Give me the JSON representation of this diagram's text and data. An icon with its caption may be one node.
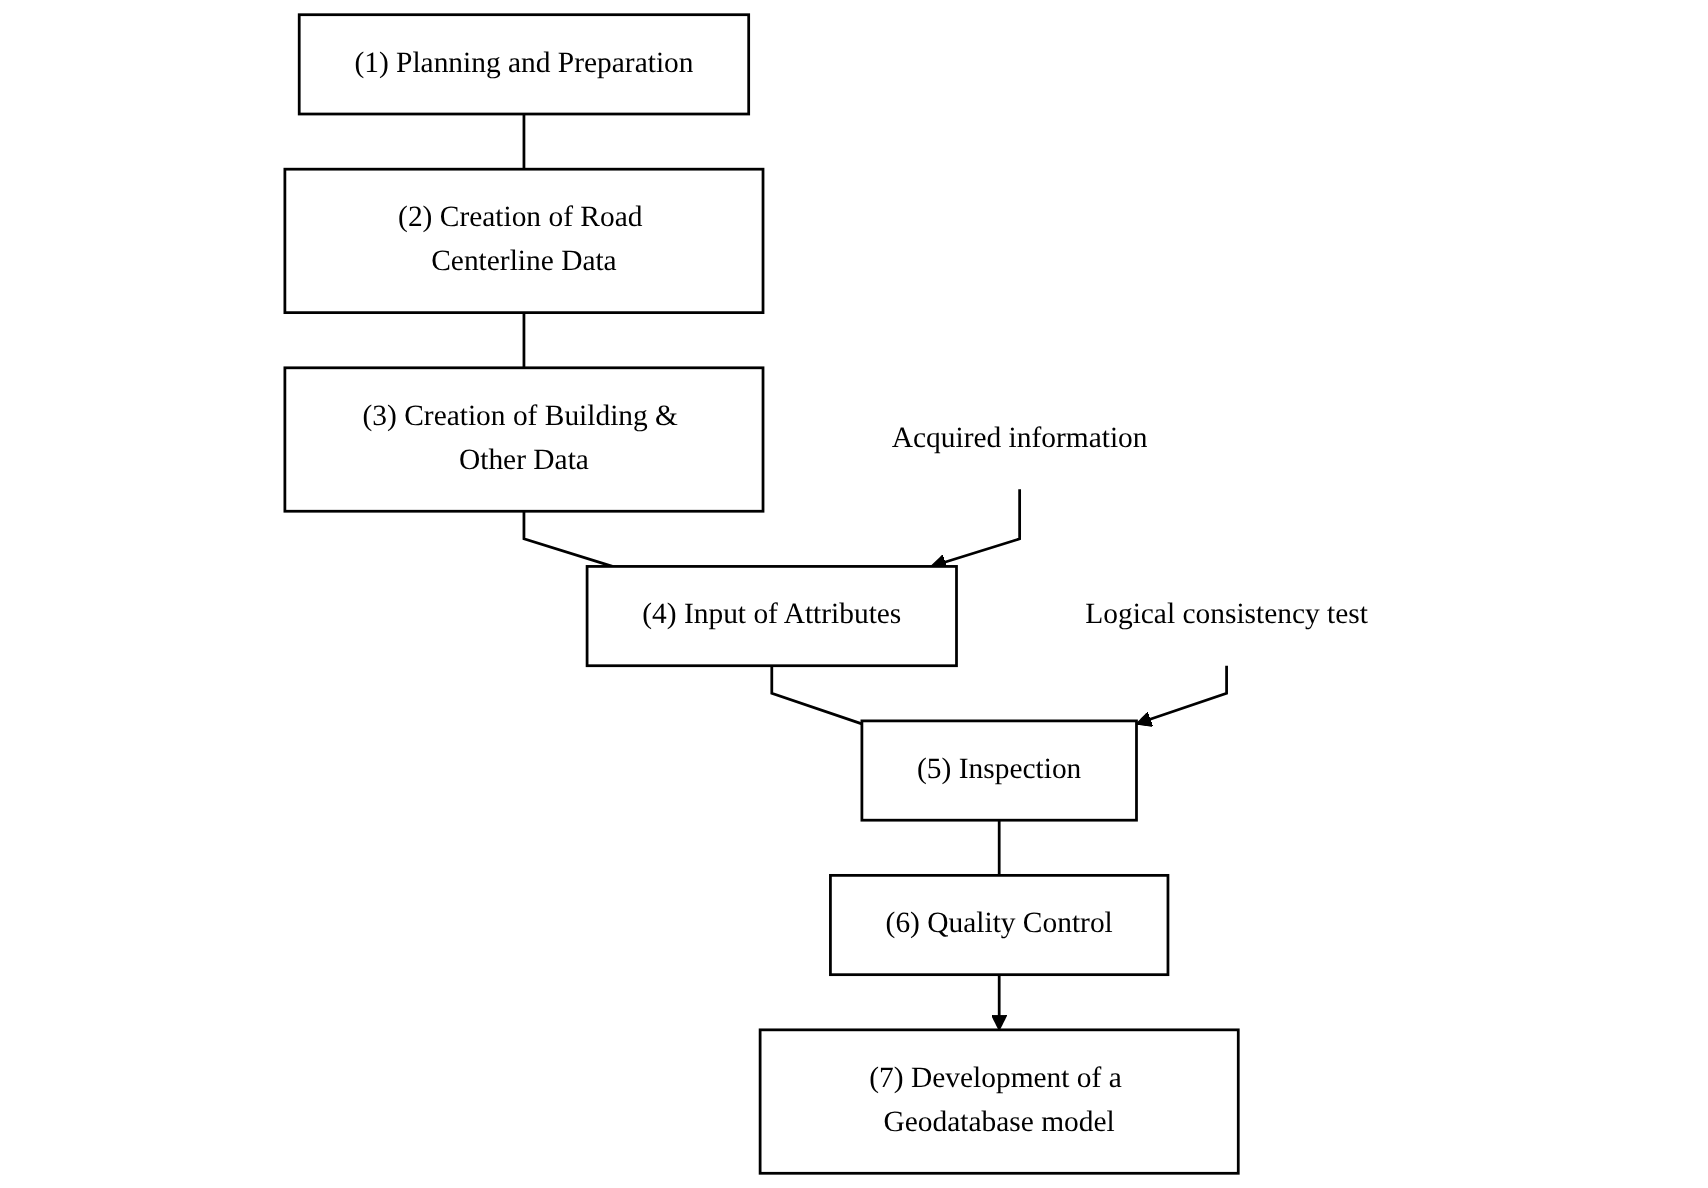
{
  "diagram": {
    "nodes": [
      {
        "text": [
          "(1) Planning and Preparation"
        ]
      },
      {
        "text": [
          "(2) Creation of Road Centerline Data"
        ]
      },
      {
        "text": [
          "(3) Creation of Building & Other Data"
        ]
      },
      {
        "text": [
          "(4) Input of Attributes"
        ]
      },
      {
        "text": [
          "(5) Inspection"
        ]
      },
      {
        "text": [
          "(6) Quality Control"
        ]
      },
      {
        "text": [
          "(7) Development of a Geodatabase model"
        ]
      },
      {
        "text": [
          "Acquired information"
        ]
      },
      {
        "text": [
          "Logical consistency test"
        ]
      }
    ],
    "edges": [
      {
        "from": 0,
        "to": 1,
        "arrow": "none"
      },
      {
        "from": 1,
        "to": 2,
        "arrow": "none"
      },
      {
        "from": 2,
        "to": 3,
        "arrow": "none"
      },
      {
        "from": 3,
        "to": 4,
        "arrow": "none"
      },
      {
        "from": 4,
        "to": 5,
        "arrow": "none"
      },
      {
        "from": 5,
        "to": 6,
        "arrow": "to"
      },
      {
        "from": 7,
        "to": 3,
        "arrow": "to"
      },
      {
        "from": 8,
        "to": 4,
        "arrow": "to"
      }
    ]
  }
}
